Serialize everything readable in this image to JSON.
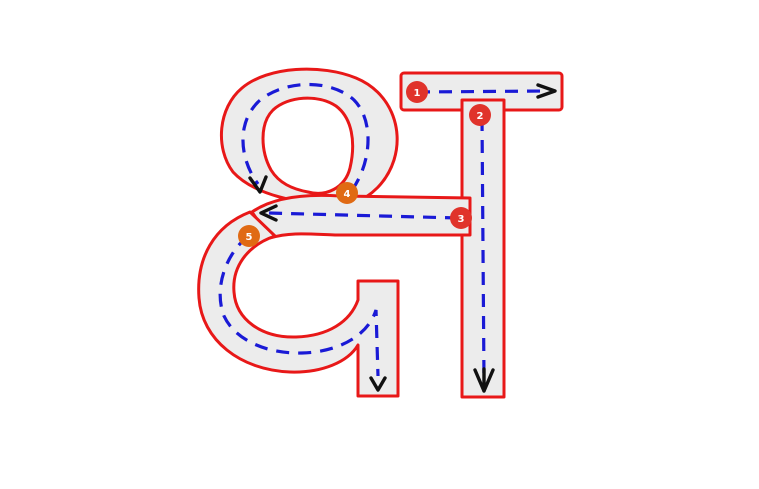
{
  "letter": "ब",
  "colors": {
    "outline": "#e81818",
    "fill": "#ececec",
    "guide": "#1a1ad6",
    "arrow": "#111111",
    "badge_red": "#e0332b",
    "badge_orange": "#e06a14"
  },
  "steps": [
    {
      "label": "1",
      "color": "badge_red"
    },
    {
      "label": "2",
      "color": "badge_red"
    },
    {
      "label": "3",
      "color": "badge_red"
    },
    {
      "label": "4",
      "color": "badge_orange"
    },
    {
      "label": "5",
      "color": "badge_orange"
    }
  ]
}
